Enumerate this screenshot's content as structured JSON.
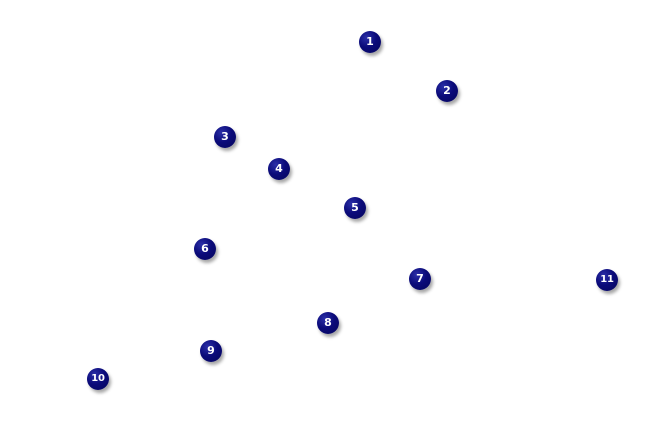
{
  "markers": [
    {
      "label": "1"
    },
    {
      "label": "2"
    },
    {
      "label": "3"
    },
    {
      "label": "4"
    },
    {
      "label": "5"
    },
    {
      "label": "6"
    },
    {
      "label": "7"
    },
    {
      "label": "8"
    },
    {
      "label": "9"
    },
    {
      "label": "10"
    },
    {
      "label": "11"
    }
  ],
  "colors": {
    "marker_fill": "#0b0b7a",
    "marker_text": "#ffffff",
    "background": "#ffffff"
  }
}
